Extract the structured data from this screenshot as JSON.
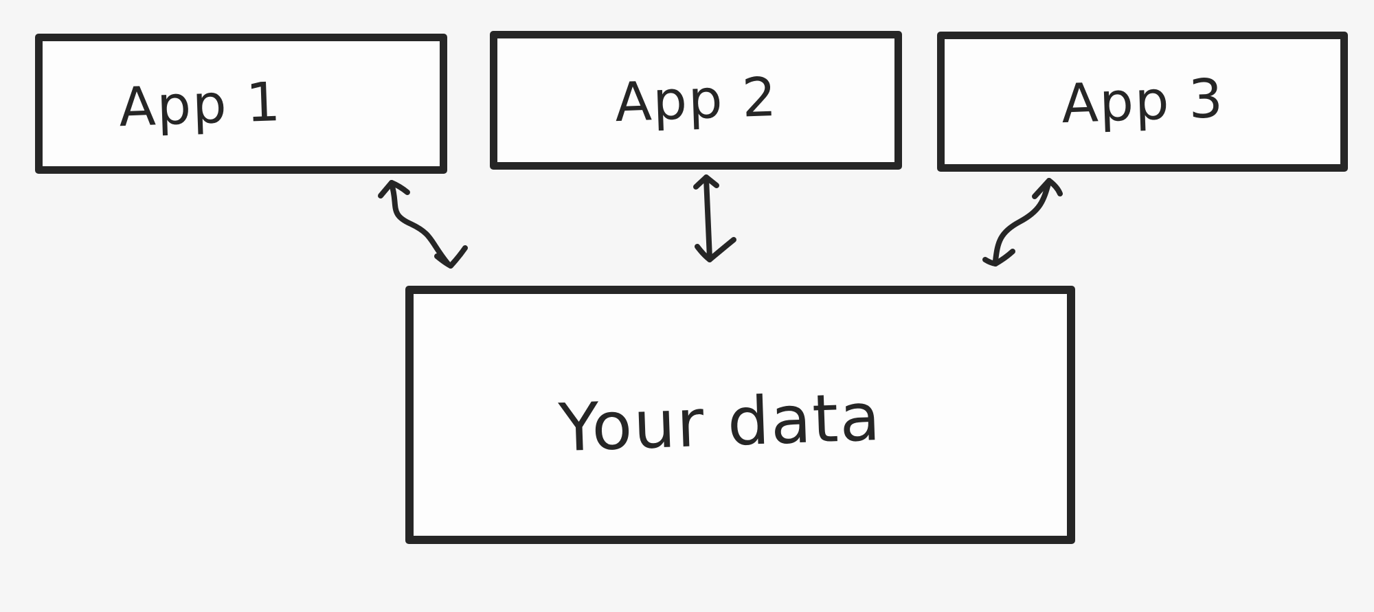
{
  "canvas": {
    "background_color": "#f6f6f6",
    "ink_color": "#262626",
    "shape_fill_color": "#fdfdfd"
  },
  "nodes": {
    "app1": {
      "label": "App 1",
      "shape": "rectangle"
    },
    "app2": {
      "label": "App 2",
      "shape": "rectangle"
    },
    "app3": {
      "label": "App 3",
      "shape": "rectangle"
    },
    "data": {
      "label": "Your data",
      "shape": "rectangle"
    }
  },
  "connectors": [
    {
      "from": "App 1",
      "to": "Your data",
      "bidirectional": true,
      "style": "s-curve"
    },
    {
      "from": "App 2",
      "to": "Your data",
      "bidirectional": true,
      "style": "straight"
    },
    {
      "from": "App 3",
      "to": "Your data",
      "bidirectional": true,
      "style": "s-curve"
    }
  ]
}
